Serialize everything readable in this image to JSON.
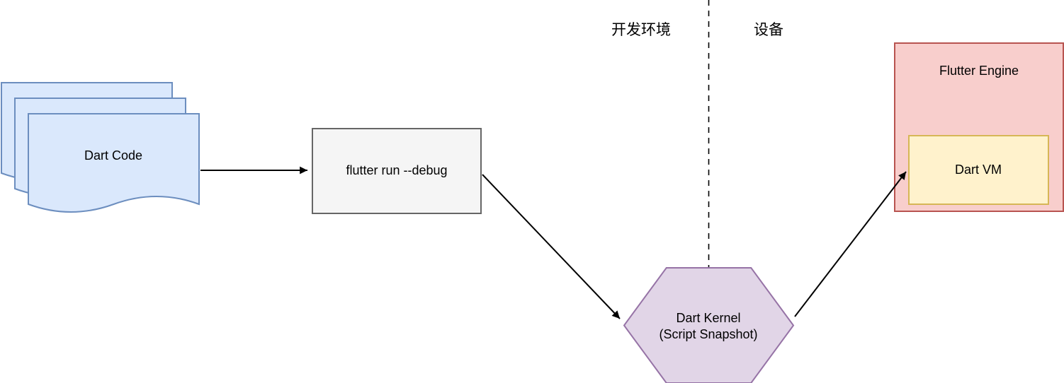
{
  "nodes": {
    "dart_code": {
      "label": "Dart Code"
    },
    "flutter_run": {
      "label": "flutter run --debug"
    },
    "dart_kernel": {
      "line1": "Dart Kernel",
      "line2": "(Script Snapshot)"
    },
    "flutter_engine": {
      "label": "Flutter Engine"
    },
    "dart_vm": {
      "label": "Dart VM"
    }
  },
  "region_labels": {
    "development": "开发环境",
    "device": "设备"
  },
  "colors": {
    "dart_code_fill": "#dae8fc",
    "dart_code_stroke": "#6c8ebf",
    "flutter_run_fill": "#f5f5f5",
    "flutter_run_stroke": "#666666",
    "dart_kernel_fill": "#e1d5e7",
    "dart_kernel_stroke": "#9673a6",
    "flutter_engine_fill": "#f8cecc",
    "flutter_engine_stroke": "#b85450",
    "dart_vm_fill": "#fff2cc",
    "dart_vm_stroke": "#d6b656",
    "arrow": "#000000",
    "divider": "#000000"
  }
}
